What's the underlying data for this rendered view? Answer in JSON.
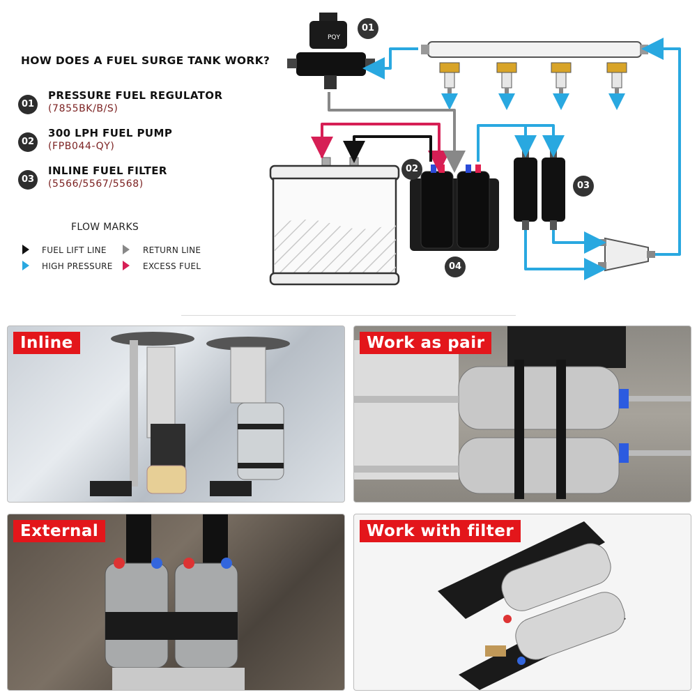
{
  "heading": "HOW DOES A FUEL SURGE TANK WORK?",
  "components": [
    {
      "number": "01",
      "name": "PRESSURE FUEL REGULATOR",
      "code": "(7855BK/B/S)"
    },
    {
      "number": "02",
      "name": "300 LPH FUEL PUMP",
      "code": "(FPB044-QY)"
    },
    {
      "number": "03",
      "name": "INLINE FUEL FILTER",
      "code": "(5566/5567/5568)"
    }
  ],
  "flow_marks": {
    "title": "FLOW MARKS",
    "items": [
      {
        "label": "FUEL LIFT LINE",
        "color": "#111111"
      },
      {
        "label": "RETURN LINE",
        "color": "#888888"
      },
      {
        "label": "HIGH PRESSURE",
        "color": "#29a8e0"
      },
      {
        "label": "EXCESS FUEL",
        "color": "#d61f55"
      }
    ]
  },
  "diagram_badges": [
    "01",
    "02",
    "03",
    "04"
  ],
  "brand": "PQY",
  "colors": {
    "high_pressure": "#29a8e0",
    "excess_fuel": "#d61f55",
    "return_line": "#888888",
    "lift_line": "#111111",
    "label_red": "#e3161b"
  },
  "photos": [
    {
      "label": "Inline"
    },
    {
      "label": "Work as pair"
    },
    {
      "label": "External"
    },
    {
      "label": "Work with filter"
    }
  ]
}
